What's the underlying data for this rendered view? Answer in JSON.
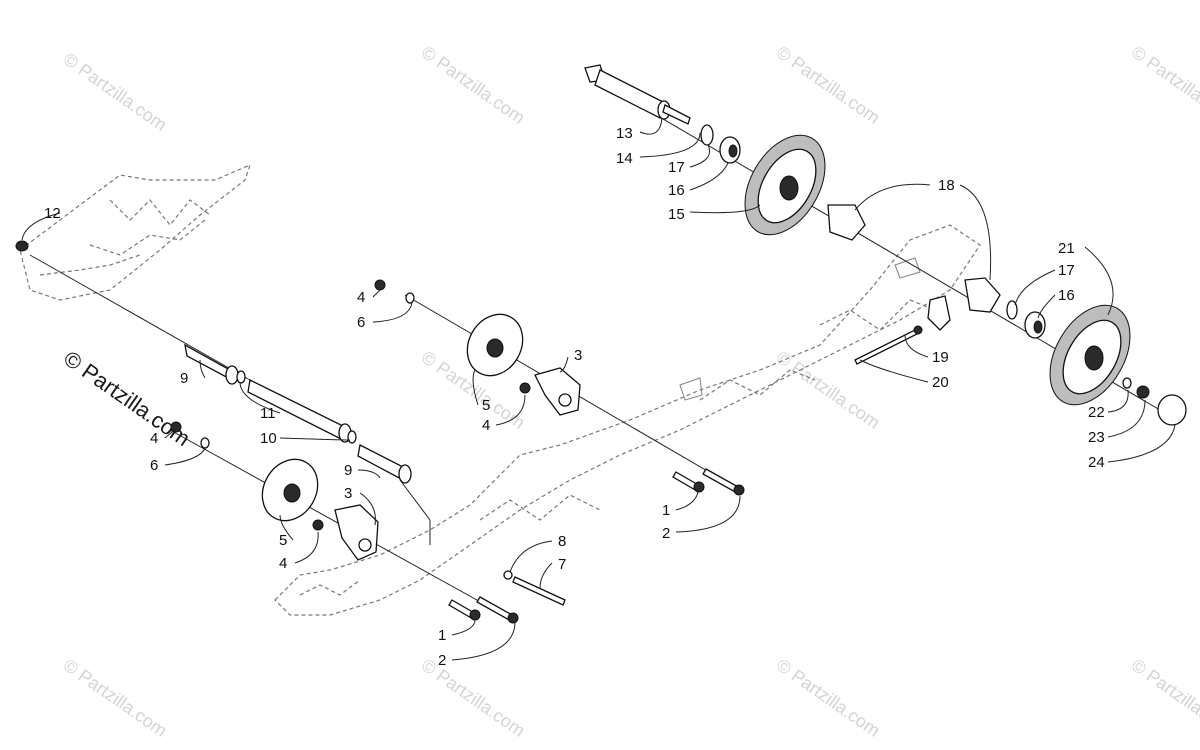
{
  "watermarks": {
    "text": "© Partzilla.com",
    "main_text": "© Partzilla.com"
  },
  "callouts": [
    {
      "id": "c12",
      "label": "12"
    },
    {
      "id": "c13",
      "label": "13"
    },
    {
      "id": "c14",
      "label": "14"
    },
    {
      "id": "c17a",
      "label": "17"
    },
    {
      "id": "c16a",
      "label": "16"
    },
    {
      "id": "c15",
      "label": "15"
    },
    {
      "id": "c18",
      "label": "18"
    },
    {
      "id": "c21",
      "label": "21"
    },
    {
      "id": "c17b",
      "label": "17"
    },
    {
      "id": "c16b",
      "label": "16"
    },
    {
      "id": "c19",
      "label": "19"
    },
    {
      "id": "c20",
      "label": "20"
    },
    {
      "id": "c22",
      "label": "22"
    },
    {
      "id": "c23",
      "label": "23"
    },
    {
      "id": "c24",
      "label": "24"
    },
    {
      "id": "c4a",
      "label": "4"
    },
    {
      "id": "c6a",
      "label": "6"
    },
    {
      "id": "c3a",
      "label": "3"
    },
    {
      "id": "c5a",
      "label": "5"
    },
    {
      "id": "c4b",
      "label": "4"
    },
    {
      "id": "c9a",
      "label": "9"
    },
    {
      "id": "c11",
      "label": "11"
    },
    {
      "id": "c10",
      "label": "10"
    },
    {
      "id": "c4c",
      "label": "4"
    },
    {
      "id": "c6b",
      "label": "6"
    },
    {
      "id": "c9b",
      "label": "9"
    },
    {
      "id": "c3b",
      "label": "3"
    },
    {
      "id": "c5b",
      "label": "5"
    },
    {
      "id": "c4d",
      "label": "4"
    },
    {
      "id": "c1a",
      "label": "1"
    },
    {
      "id": "c2a",
      "label": "2"
    },
    {
      "id": "c8",
      "label": "8"
    },
    {
      "id": "c7",
      "label": "7"
    },
    {
      "id": "c1b",
      "label": "1"
    },
    {
      "id": "c2b",
      "label": "2"
    }
  ]
}
